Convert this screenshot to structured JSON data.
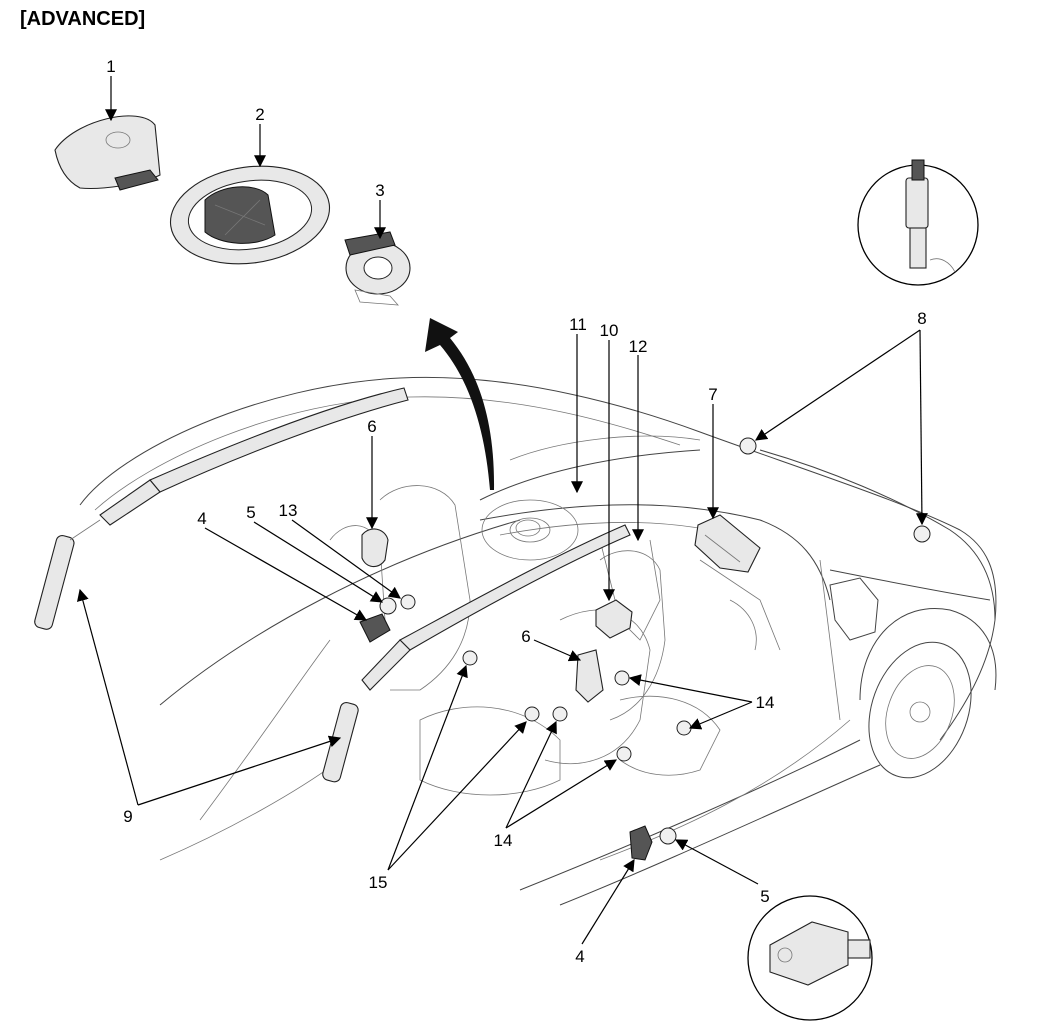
{
  "title": "[ADVANCED]",
  "callouts": {
    "c1": "1",
    "c2": "2",
    "c3": "3",
    "c4a": "4",
    "c4b": "4",
    "c5a": "5",
    "c5b": "5",
    "c6a": "6",
    "c6b": "6",
    "c7": "7",
    "c8": "8",
    "c9": "9",
    "c10": "10",
    "c11": "11",
    "c12": "12",
    "c13": "13",
    "c14a": "14",
    "c14b": "14",
    "c15": "15"
  }
}
